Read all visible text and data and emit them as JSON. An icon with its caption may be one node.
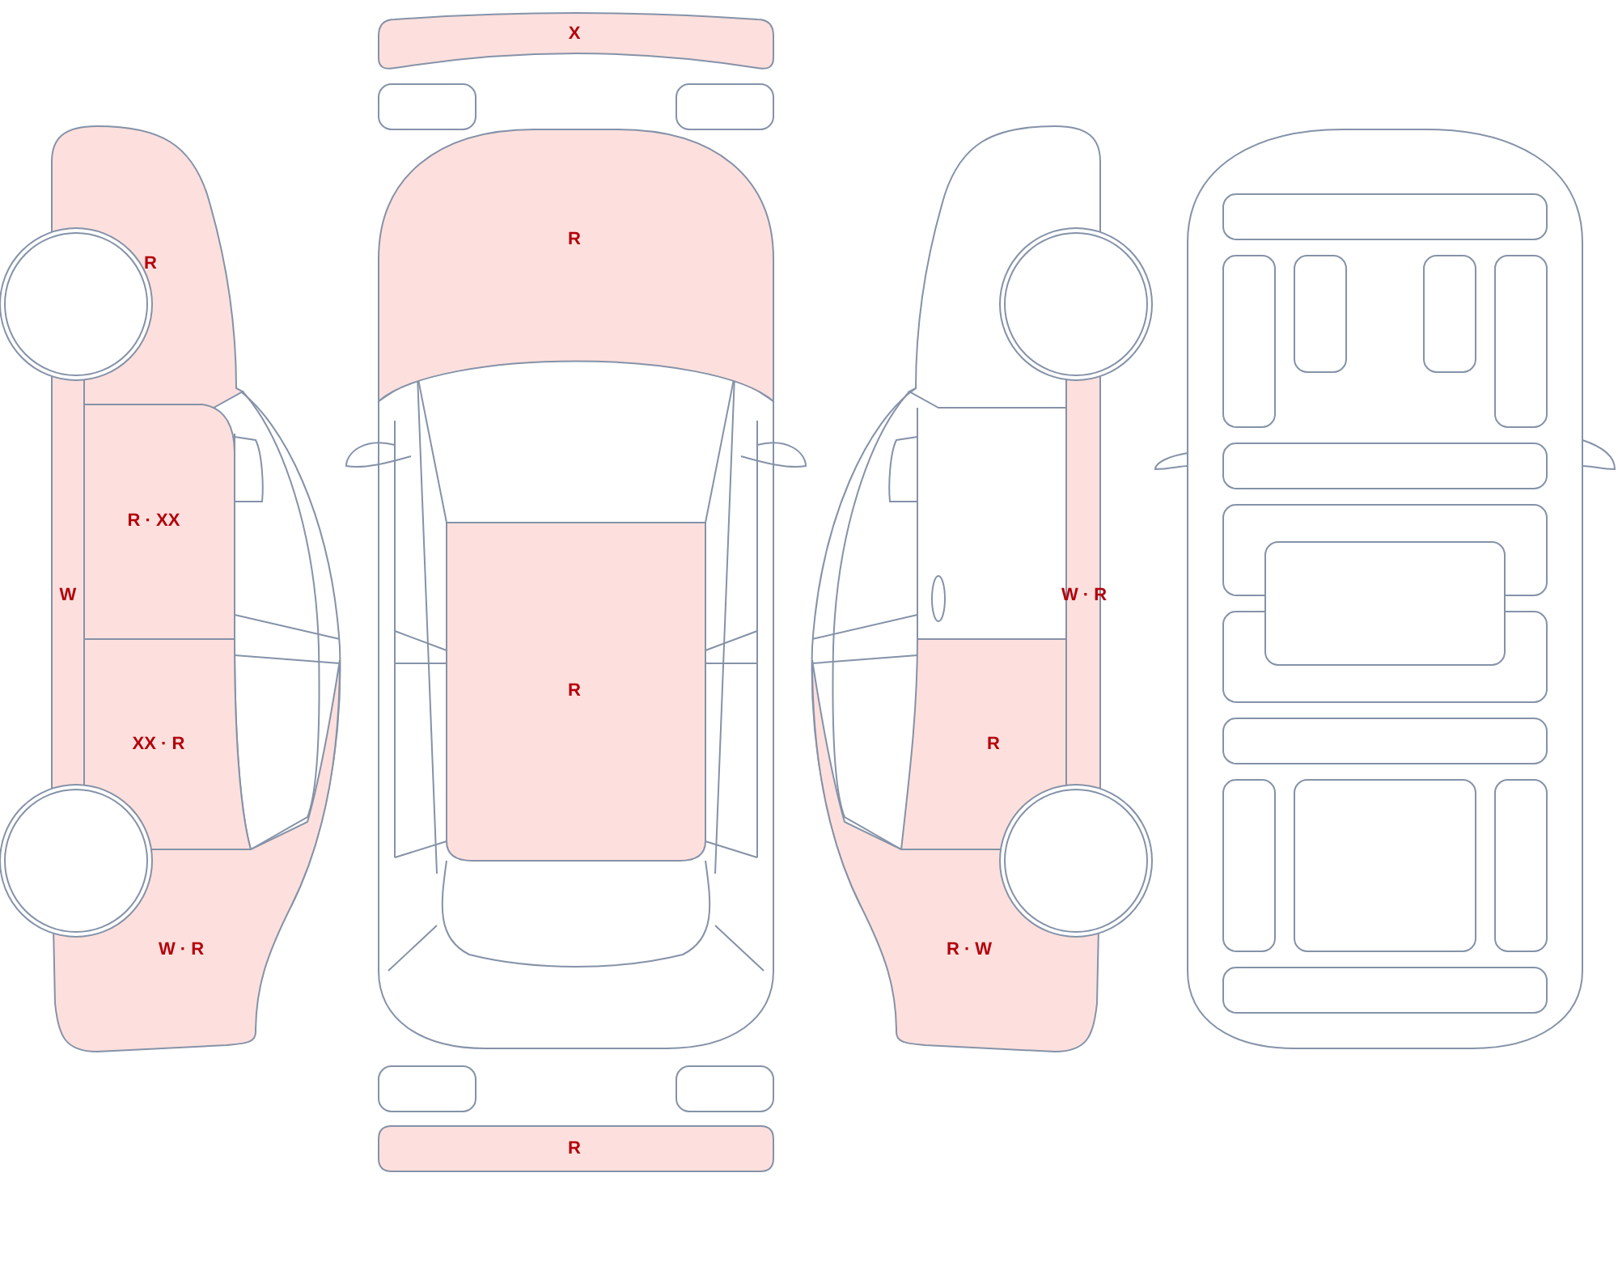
{
  "diagram": {
    "nodes": [
      {
        "text": [
          "X"
        ]
      },
      {
        "text": [
          "R"
        ]
      },
      {
        "text": [
          "R"
        ]
      },
      {
        "text": [
          "R · XX"
        ]
      },
      {
        "text": [
          "W"
        ]
      },
      {
        "text": [
          "W · R"
        ]
      },
      {
        "text": [
          "R"
        ]
      },
      {
        "text": [
          "XX · R"
        ]
      },
      {
        "text": [
          "R"
        ]
      },
      {
        "text": [
          "W · R"
        ]
      },
      {
        "text": [
          "R · W"
        ]
      },
      {
        "text": [
          "R"
        ]
      }
    ]
  }
}
